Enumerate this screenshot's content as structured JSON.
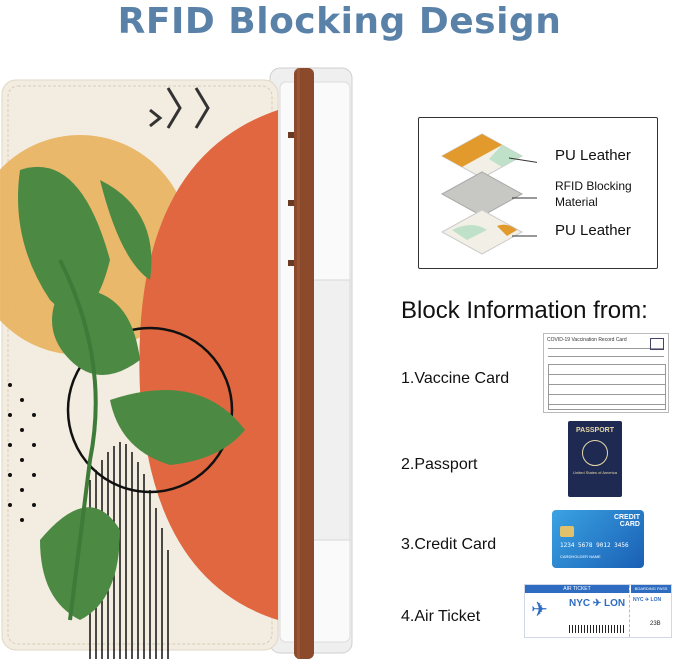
{
  "title": "RFID Blocking Design",
  "layers": {
    "top": "PU Leather",
    "middle": "RFID Blocking Material",
    "bottom": "PU Leather"
  },
  "block_heading": "Block Information from:",
  "items": [
    {
      "label": "1.Vaccine Card",
      "thumb_title": "COVID-19 Vaccination Record Card"
    },
    {
      "label": "2.Passport",
      "thumb_title": "PASSPORT",
      "thumb_sub": "United States of America"
    },
    {
      "label": "3.Credit Card",
      "thumb_title": "CREDIT CARD",
      "thumb_number": "1234 5678 9012 3456",
      "thumb_name": "CARDHOLDER NAME"
    },
    {
      "label": "4.Air Ticket",
      "thumb_title": "AIR TICKET",
      "thumb_route": "NYC ✈ LON",
      "thumb_pass": "BOARDING PASS",
      "thumb_route_small": "NYC ✈ LON",
      "thumb_seat": "23B"
    }
  ],
  "colors": {
    "title": "#5a82a8",
    "cover_bg": "#f3ece0",
    "orange": "#e0673f",
    "mustard": "#e9b35e",
    "leaf": "#4c8a44",
    "strap": "#8b4a2b"
  }
}
